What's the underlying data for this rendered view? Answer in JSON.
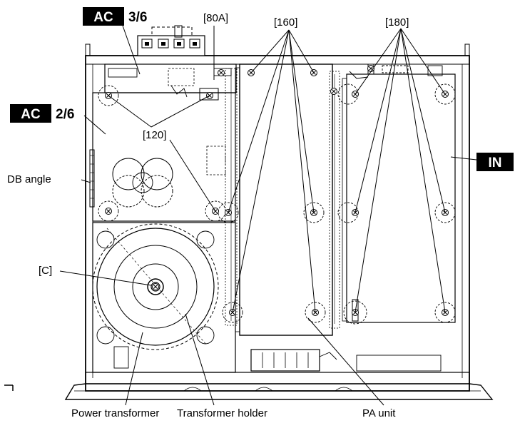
{
  "badges": {
    "ac_top": {
      "tag": "AC",
      "page": "3/6"
    },
    "ac_left": {
      "tag": "AC",
      "page": "2/6"
    },
    "in": {
      "tag": "IN"
    }
  },
  "labels": {
    "screw_80a": "[80A]",
    "screw_160": "[160]",
    "screw_180": "[180]",
    "screw_120": "[120]",
    "screw_c": "[C]",
    "db_angle": "DB angle",
    "power_transformer": "Power transformer",
    "transformer_holder": "Transformer holder",
    "pa_unit": "PA unit"
  }
}
